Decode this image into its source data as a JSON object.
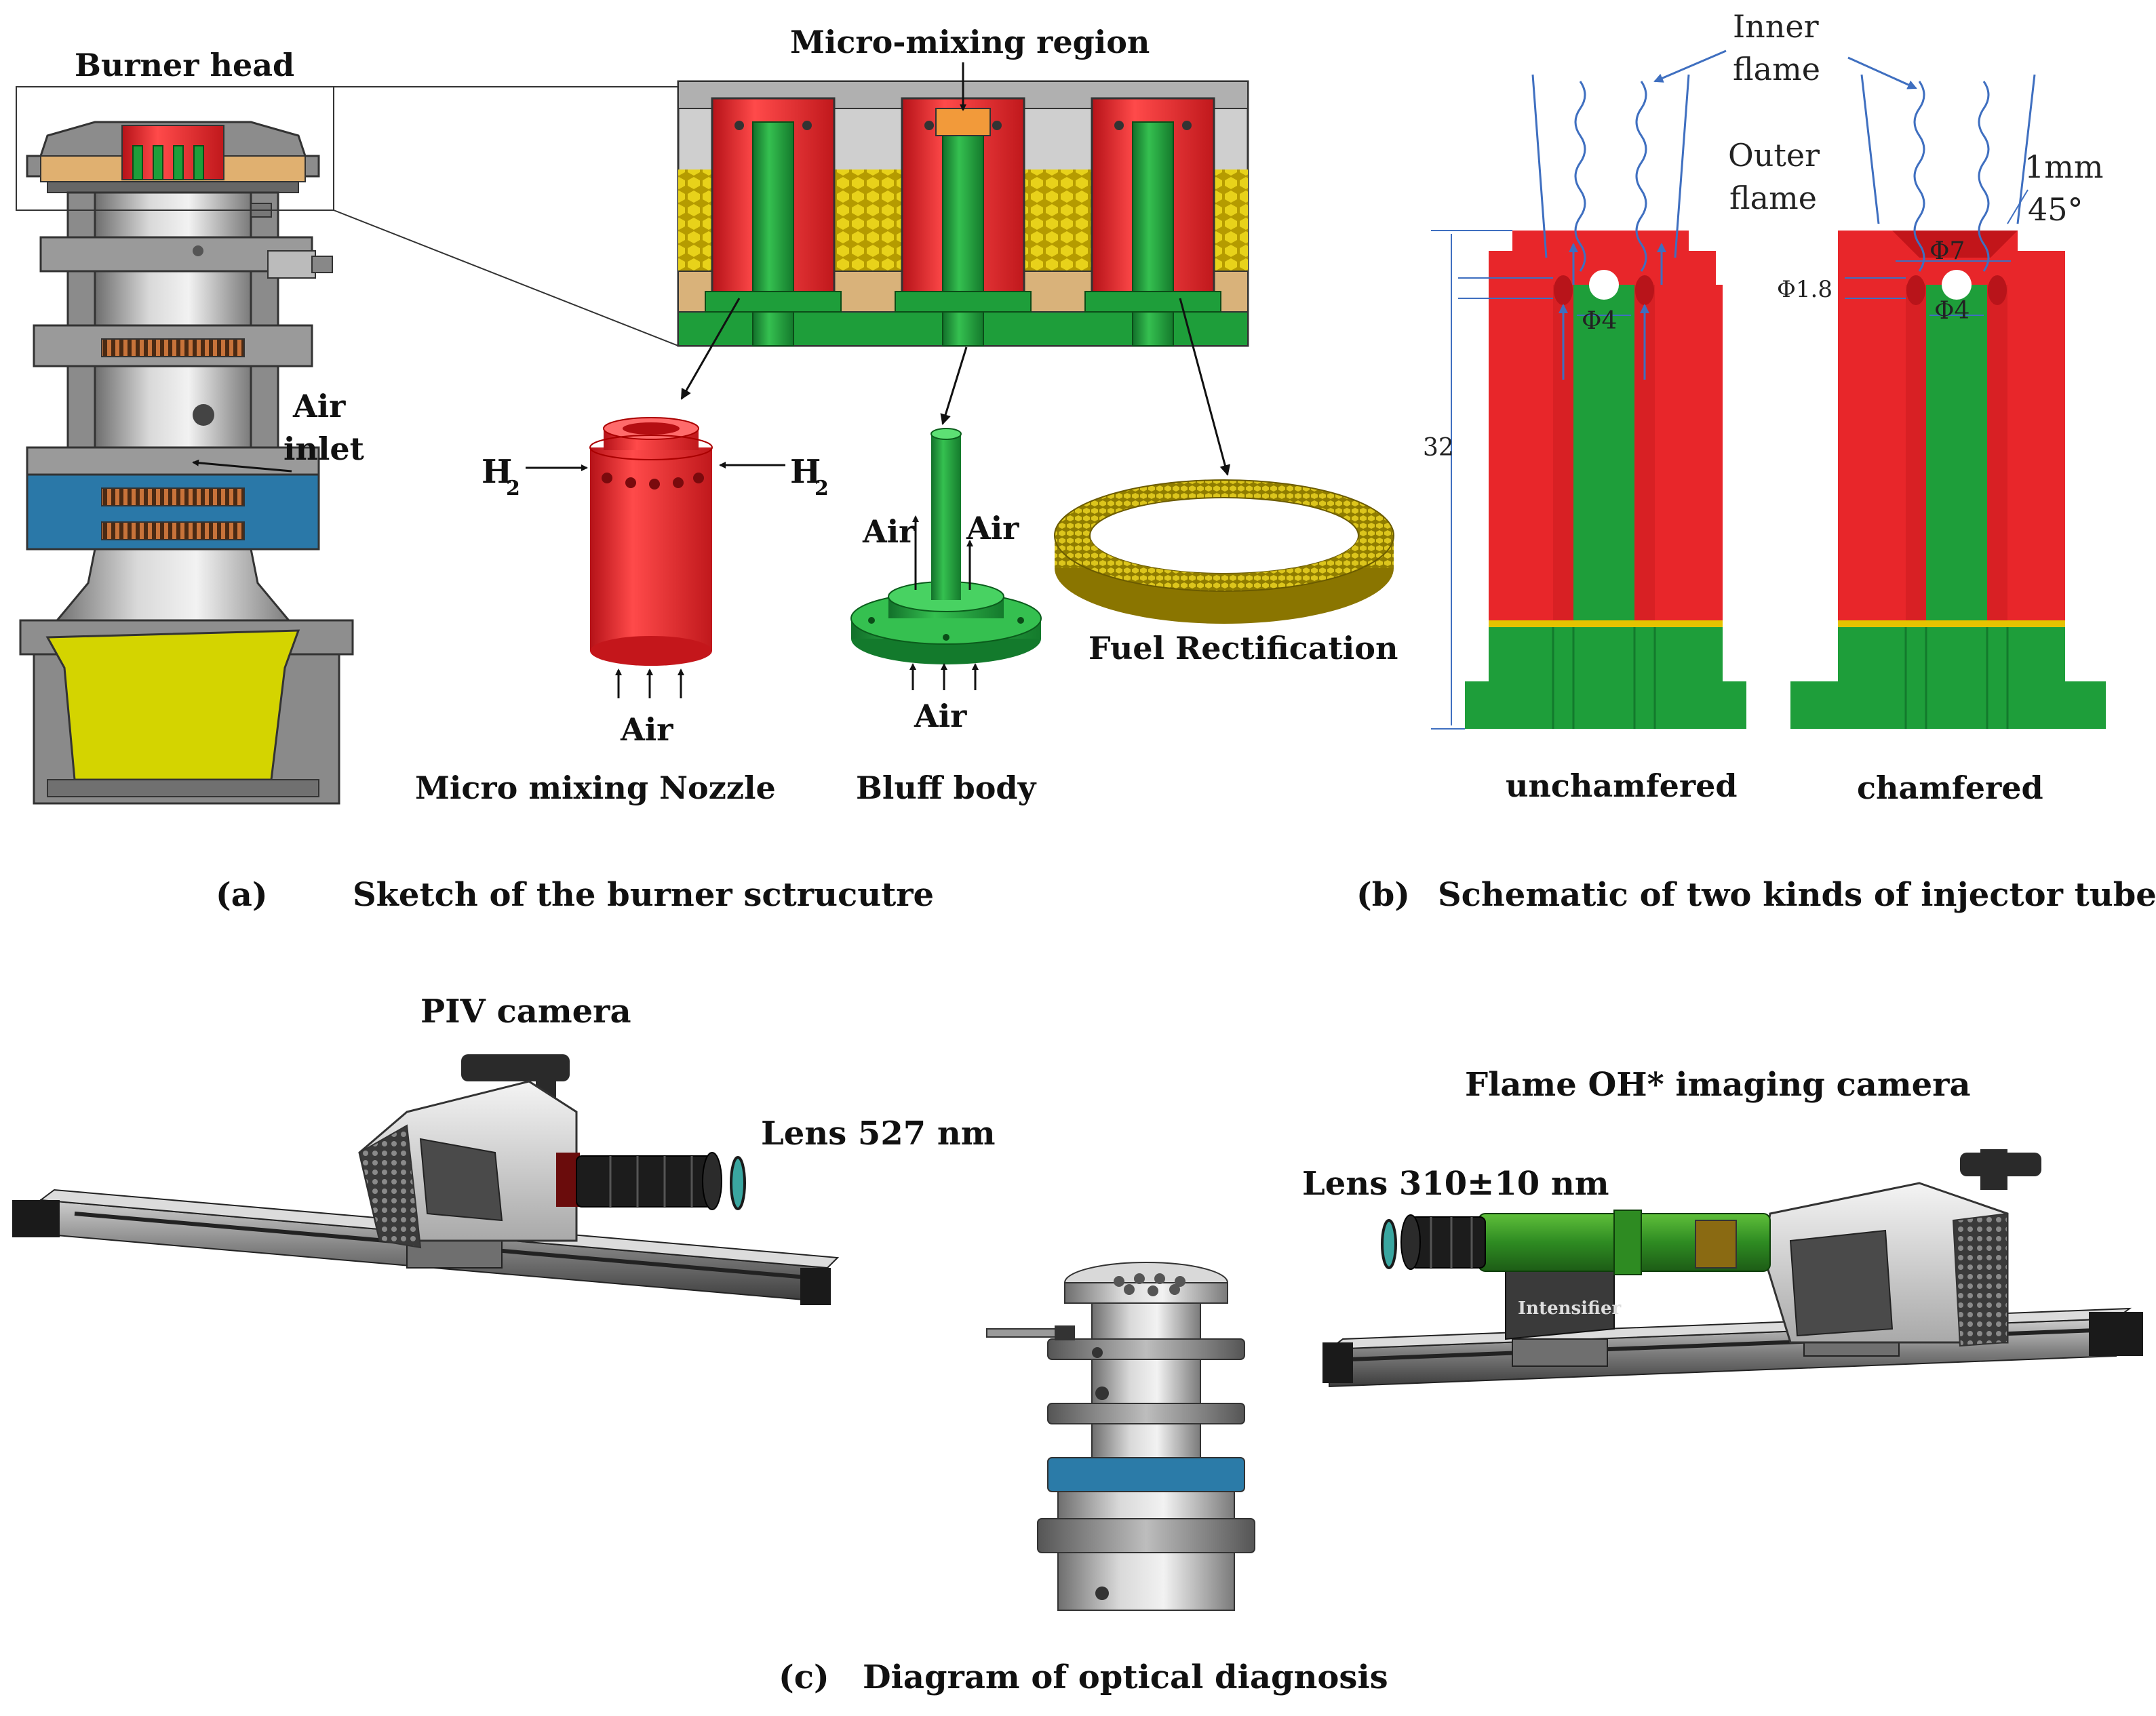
{
  "panel_a": {
    "caption_letter": "(a)",
    "caption": "Sketch of the burner sctrucutre",
    "labels": {
      "burner_head": "Burner head",
      "micro_mixing_region": "Micro-mixing region",
      "air_inlet_line1": "Air",
      "air_inlet_line2": "inlet",
      "h2_left": "H",
      "h2_right": "H",
      "h2_subscript": "2",
      "air_nozzle": "Air",
      "air_bluff_left": "Air",
      "air_bluff_right": "Air",
      "air_bluff_bottom": "Air",
      "nozzle_name": "Micro mixing Nozzle",
      "bluff_name": "Bluff body",
      "rectification_name": "Fuel Rectification"
    }
  },
  "panel_b": {
    "caption_letter": "(b)",
    "caption": "Schematic of two kinds of injector tubes",
    "labels": {
      "inner_flame_line1": "Inner",
      "inner_flame_line2": "flame",
      "outer_flame_line1": "Outer",
      "outer_flame_line2": "flame",
      "chamfer_size": "1mm",
      "chamfer_angle": "45°",
      "dia_outlet": "Φ7",
      "dia_hole": "Φ1.8",
      "dia_inner_left": "Φ4",
      "dia_inner_right": "Φ4",
      "height": "32",
      "unchamfered": "unchamfered",
      "chamfered": "chamfered"
    }
  },
  "panel_c": {
    "caption_letter": "(c)",
    "caption": "Diagram of optical diagnosis",
    "labels": {
      "piv_camera": "PIV camera",
      "lens_piv": "Lens 527 nm",
      "oh_camera": "Flame OH*  imaging camera",
      "lens_oh": "Lens 310±10 nm",
      "intensifier": "Intensifier"
    }
  },
  "colors": {
    "nozzle_red": "#e8262a",
    "bluff_green": "#1e9e3a",
    "rect_yellow": "#c8b400",
    "steel": "#a8a8a8",
    "dim_blue": "#3f6fc0",
    "lens_teal": "#3aa6a0"
  }
}
